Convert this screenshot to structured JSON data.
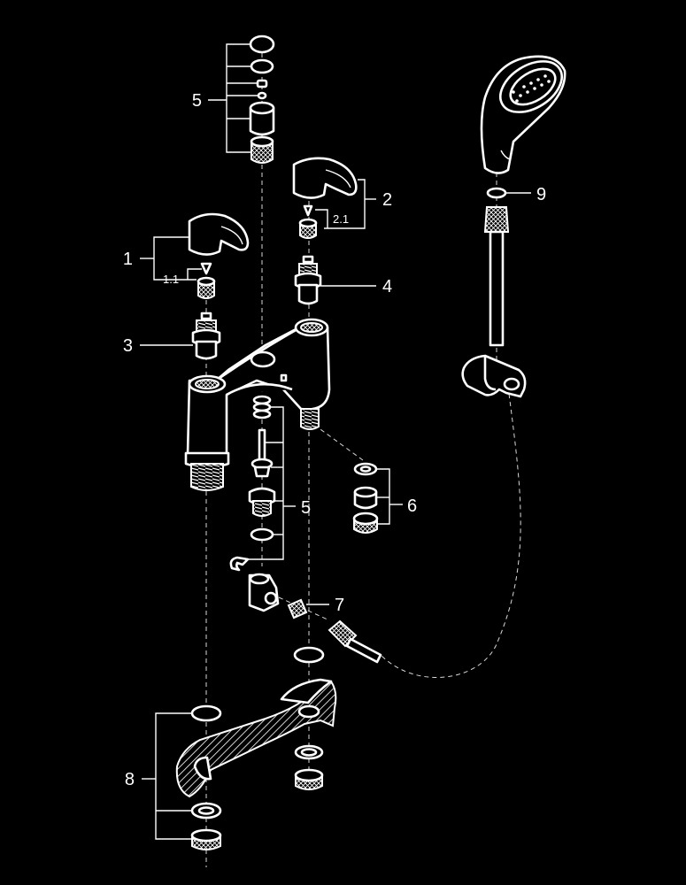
{
  "diagram": {
    "colors": {
      "background": "#000000",
      "line": "#ffffff"
    },
    "callouts": {
      "c1": "1",
      "c1_1": "1.1",
      "c2": "2",
      "c2_1": "2.1",
      "c3": "3",
      "c4": "4",
      "c5_top": "5",
      "c5_mid": "5",
      "c6": "6",
      "c7": "7",
      "c8": "8",
      "c9": "9"
    }
  }
}
